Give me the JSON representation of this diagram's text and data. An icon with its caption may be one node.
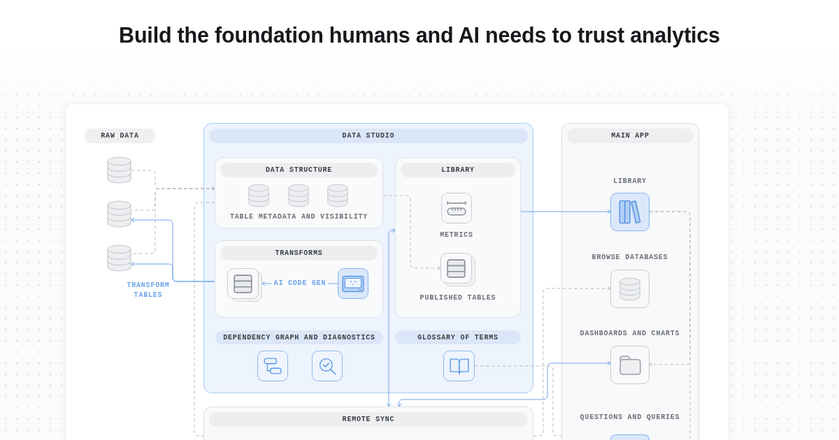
{
  "diagram": {
    "title": "Build the foundation humans and AI needs to trust analytics",
    "nodes": [
      {
        "text": [
          "RAW DATA"
        ]
      },
      {
        "text": [],
        "shape": "cylinder"
      },
      {
        "text": [],
        "shape": "cylinder"
      },
      {
        "text": [],
        "shape": "cylinder"
      },
      {
        "text": [
          "DATA STUDIO"
        ]
      },
      {
        "text": [
          "DATA STRUCTURE",
          "TABLE METADATA AND VISIBILITY"
        ],
        "in": 4
      },
      {
        "text": [
          "LIBRARY"
        ],
        "in": 4
      },
      {
        "text": [],
        "shape": "box",
        "beside": [
          "METRICS"
        ],
        "in": 6
      },
      {
        "text": [
          "TRANSFORMS"
        ],
        "in": 4
      },
      {
        "text": [],
        "shape": "box",
        "in": 8
      },
      {
        "text": [],
        "shape": "box",
        "in": 8
      },
      {
        "text": [],
        "shape": "box",
        "beside": [
          "PUBLISHED TABLES"
        ],
        "in": 6
      },
      {
        "text": [
          "DEPENDENCY GRAPH AND DIAGNOSTICS"
        ],
        "in": 4
      },
      {
        "text": [],
        "shape": "box",
        "in": 4
      },
      {
        "text": [],
        "shape": "box",
        "in": 4
      },
      {
        "text": [
          "GLOSSARY OF TERMS"
        ],
        "in": 4
      },
      {
        "text": [],
        "shape": "box",
        "in": 4
      },
      {
        "text": [
          "MAIN APP"
        ]
      },
      {
        "text": [],
        "shape": "box",
        "beside": [
          "LIBRARY"
        ],
        "in": 17
      },
      {
        "text": [],
        "shape": "box",
        "beside": [
          "BROWSE DATABASES"
        ],
        "in": 17
      },
      {
        "text": [],
        "shape": "box",
        "beside": [
          "DASHBOARDS AND CHARTS"
        ],
        "in": 17
      },
      {
        "text": [],
        "shape": "box",
        "beside": [
          "QUESTIONS AND QUERIES"
        ],
        "in": 17
      },
      {
        "text": [
          "REMOTE SYNC"
        ]
      }
    ],
    "edges": [
      {
        "from": 1,
        "to": 5,
        "arrow": "to",
        "style": "dashed"
      },
      {
        "from": 2,
        "to": 5,
        "arrow": "to",
        "style": "dashed"
      },
      {
        "from": 3,
        "to": 5,
        "arrow": "to",
        "style": "dashed"
      },
      {
        "from": 5,
        "to": 22,
        "arrow": "none",
        "style": "dashed"
      },
      {
        "from": 8,
        "to": 2,
        "arrow": "to",
        "color": "#6ea3ec"
      },
      {
        "from": 8,
        "to": 3,
        "arrow": "to",
        "label": "TRANSFORM TABLES",
        "color": "#6ea3ec"
      },
      {
        "from": 10,
        "to": 9,
        "arrow": "to",
        "label": "AI CODE GEN",
        "color": "#6ea3ec"
      },
      {
        "from": 5,
        "to": 11,
        "arrow": "to",
        "style": "dashed"
      },
      {
        "from": 6,
        "to": 18,
        "arrow": "to",
        "color": "#6ea3ec"
      },
      {
        "from": 6,
        "to": 22,
        "arrow": "both",
        "color": "#6ea3ec"
      },
      {
        "from": 22,
        "to": 20,
        "arrow": "both",
        "color": "#6ea3ec"
      },
      {
        "from": 16,
        "to": 17,
        "arrow": "none",
        "style": "dashed"
      },
      {
        "from": 22,
        "to": 19,
        "arrow": "to",
        "style": "dashed"
      },
      {
        "from": 18,
        "to": 20,
        "arrow": "to",
        "style": "dashed"
      },
      {
        "from": 18,
        "to": null,
        "arrow": "none",
        "style": "dashed"
      }
    ]
  }
}
